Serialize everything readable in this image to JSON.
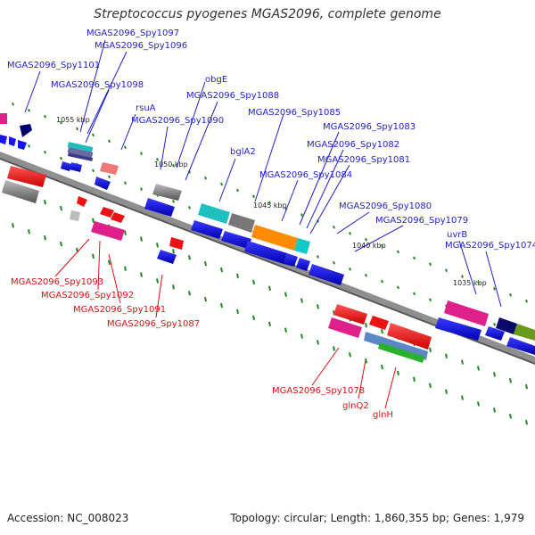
{
  "title": "Streptococcus pyogenes MGAS2096, complete genome",
  "footer": {
    "accession": "Accession: NC_008023",
    "summary": "Topology: circular; Length: 1,860,355 bp; Genes: 1,979"
  },
  "colors": {
    "backbone": "#8f8f8f",
    "label_top": "#1f1fcc",
    "label_bottom": "#dd1111",
    "tick": "#228822"
  },
  "kbp_labels": [
    "1055 kbp",
    "1050 kbp",
    "1045 kbp",
    "1040 kbp",
    "1035 kbp"
  ],
  "gene_labels_top": [
    "MGAS2096_Spy1097",
    "MGAS2096_Spy1096",
    "MGAS2096_Spy1101",
    "MGAS2096_Spy1098",
    "obgE",
    "MGAS2096_Spy1088",
    "rsuA",
    "MGAS2096_Spy1090",
    "MGAS2096_Spy1085",
    "MGAS2096_Spy1083",
    "MGAS2096_Spy1082",
    "bglA2",
    "MGAS2096_Spy1081",
    "MGAS2096_Spy1084",
    "MGAS2096_Spy1080",
    "MGAS2096_Spy1079",
    "uvrB",
    "MGAS2096_Spy1074"
  ],
  "gene_labels_bottom": [
    "MGAS2096_Spy1093",
    "MGAS2096_Spy1092",
    "MGAS2096_Spy1091",
    "MGAS2096_Spy1087",
    "MGAS2096_Spy1078",
    "glnQ2",
    "glnH"
  ]
}
